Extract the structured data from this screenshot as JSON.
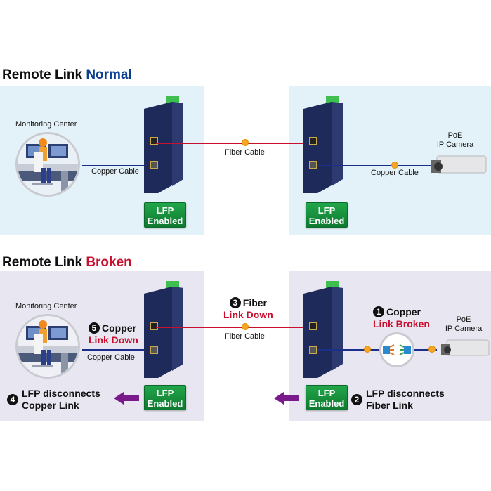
{
  "sections": {
    "normal": {
      "title_prefix": "Remote Link ",
      "title_highlight": "Normal",
      "left": {
        "monitoring_label": "Monitoring Center",
        "copper_label": "Copper Cable",
        "lfp_line1": "LFP",
        "lfp_line2": "Enabled"
      },
      "middle": {
        "fiber_label": "Fiber Cable"
      },
      "right": {
        "camera_line1": "PoE",
        "camera_line2": "IP Camera",
        "copper_label": "Copper Cable",
        "lfp_line1": "LFP",
        "lfp_line2": "Enabled"
      }
    },
    "broken": {
      "title_prefix": "Remote Link ",
      "title_highlight": "Broken",
      "left": {
        "monitoring_label": "Monitoring Center",
        "copper_label": "Copper Cable",
        "step5_num": "5",
        "step5_line1": "Copper",
        "step5_line2": "Link Down",
        "step4_num": "4",
        "step4_line1": "LFP disconnects",
        "step4_line2": "Copper Link",
        "lfp_line1": "LFP",
        "lfp_line2": "Enabled"
      },
      "middle": {
        "fiber_label": "Fiber Cable",
        "step3_num": "3",
        "step3_line1": "Fiber",
        "step3_line2": "Link Down"
      },
      "right": {
        "camera_line1": "PoE",
        "camera_line2": "IP Camera",
        "step1_num": "1",
        "step1_line1": "Copper",
        "step1_line2": "Link Broken",
        "step2_num": "2",
        "step2_line1": "LFP disconnects",
        "step2_line2": "Fiber Link",
        "lfp_line1": "LFP",
        "lfp_line2": "Enabled"
      }
    }
  },
  "colors": {
    "normal_accent": "#0b3f8f",
    "broken_accent": "#c8102e",
    "copper_line": "#1b2f8a",
    "fiber_line": "#c8102e",
    "lfp_badge": "#1a9142",
    "arrow": "#7a1a8c"
  }
}
